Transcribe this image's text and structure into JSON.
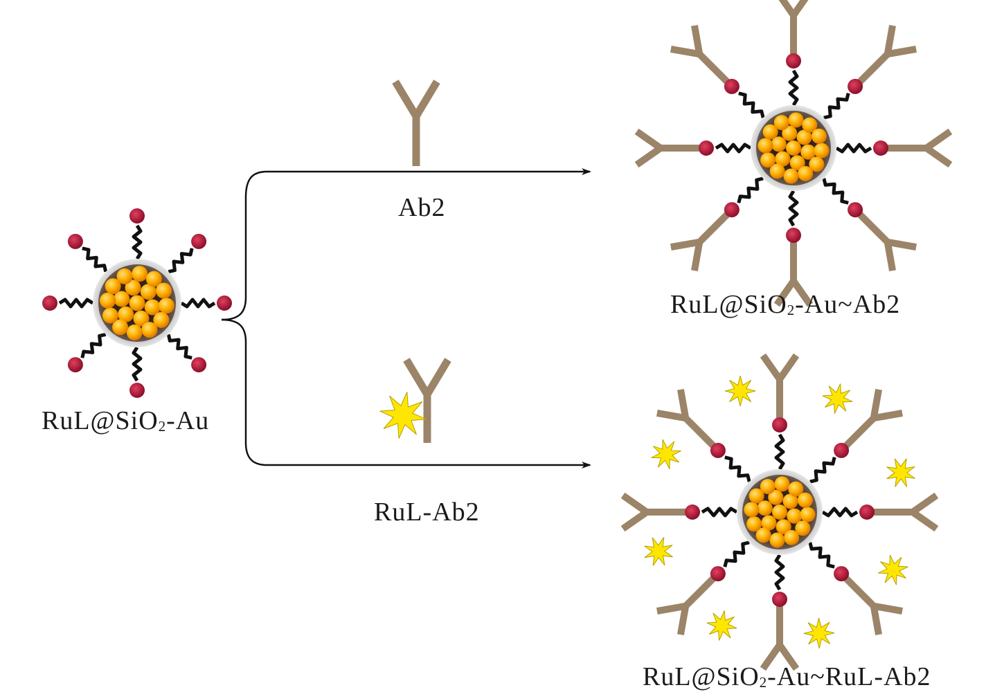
{
  "labels": {
    "start": {
      "before": "RuL@SiO",
      "sub": "2",
      "after": "-Au"
    },
    "upper_reagent": "Ab2",
    "lower_reagent": "RuL-Ab2",
    "product_upper": {
      "before": "RuL@SiO",
      "sub": "2",
      "after": "-Au~Ab2"
    },
    "product_lower": {
      "before": "RuL@SiO",
      "sub": "2",
      "after": "-Au~RuL-Ab2"
    }
  },
  "colors": {
    "antibody": "#9b8468",
    "linker": "#111111",
    "bead": "#b8173a",
    "gold_particle": "#f5a000",
    "core_dark": "#2a1a10",
    "shell": "#c8c8c8",
    "star": "#ffe600",
    "arrow": "#111111"
  }
}
